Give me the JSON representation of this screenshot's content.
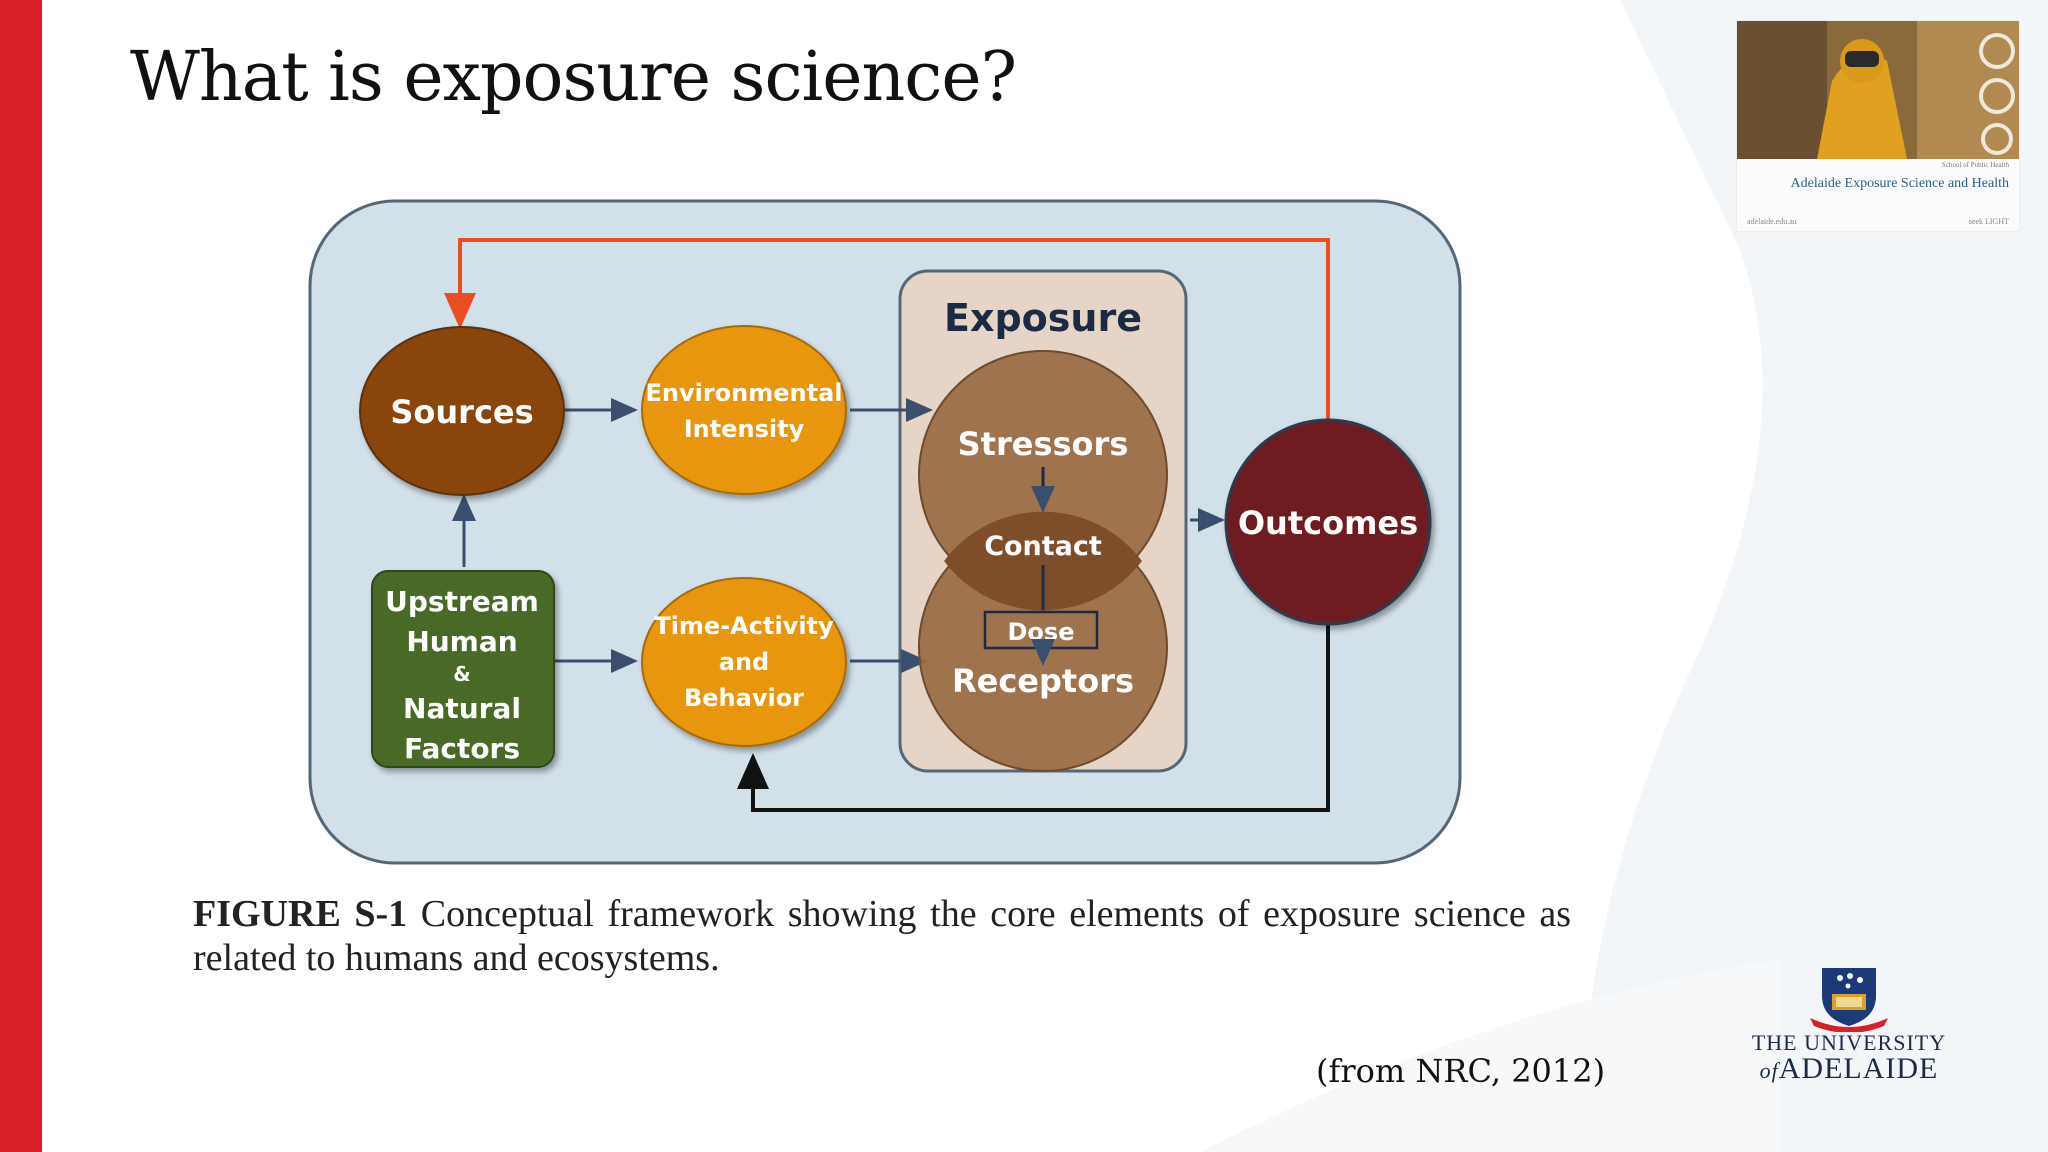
{
  "slide": {
    "title": "What is exposure science?",
    "source_note": "(from NRC, 2012)",
    "caption_label": "FIGURE S-1",
    "caption_text": "Conceptual framework showing the core elements of exposure science as related to humans and ecosystems."
  },
  "diagram": {
    "exposure_title": "Exposure",
    "sources": "Sources",
    "env_intensity_1": "Environmental",
    "env_intensity_2": "Intensity",
    "stressors": "Stressors",
    "contact": "Contact",
    "dose": "Dose",
    "receptors": "Receptors",
    "outcomes": "Outcomes",
    "upstream_1": "Upstream",
    "upstream_2": "Human",
    "upstream_3": "&",
    "upstream_4": "Natural",
    "upstream_5": "Factors",
    "time_activity_1": "Time-Activity",
    "time_activity_2": "and",
    "time_activity_3": "Behavior"
  },
  "thumbnail": {
    "small_text": "School of Public Health",
    "title": "Adelaide Exposure Science and Health",
    "footer_left": "adelaide.edu.au",
    "footer_right": "seek LIGHT"
  },
  "logo": {
    "line1": "THE UNIVERSITY",
    "line2_prefix": "of",
    "line2": "ADELAIDE"
  },
  "colors": {
    "accent_red": "#d81f2a",
    "panel_blue": "#d2e0ea",
    "sources_brown": "#8a4410",
    "env_orange": "#e8960f",
    "exposure_tan": "#e6d5c6",
    "stressor_circle": "#9a6a44",
    "outcomes_maroon": "#6e1f22",
    "upstream_green": "#4a6b28",
    "feedback_red": "#e84e22"
  }
}
